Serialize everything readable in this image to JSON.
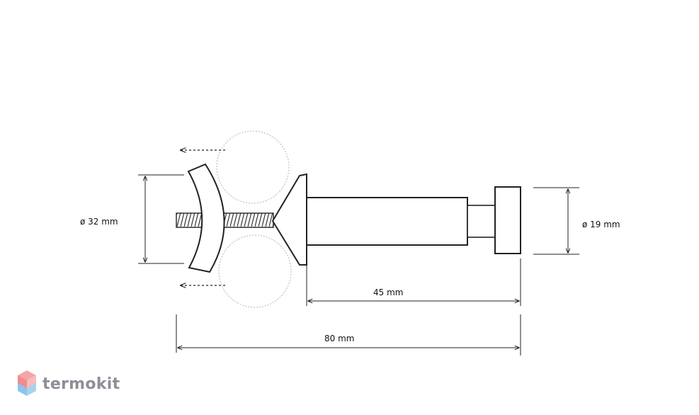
{
  "dimensions": {
    "diameter_left": "ø 32 mm",
    "diameter_right": "ø 19 mm",
    "length_short": "45 mm",
    "length_total": "80 mm"
  },
  "brand": {
    "name": "termokit",
    "colors": {
      "top": "#f4a6a6",
      "bottom": "#8ec3ea",
      "text": "#8c8f96"
    }
  }
}
